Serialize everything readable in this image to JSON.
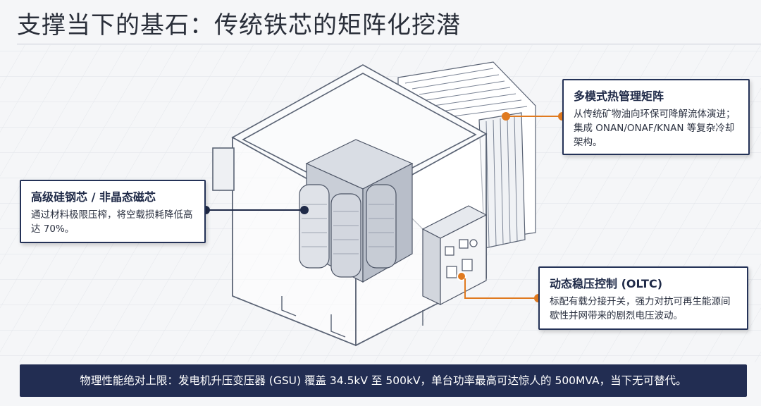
{
  "title": "支撑当下的基石：传统铁芯的矩阵化挖潜",
  "callouts": {
    "core": {
      "heading": "高级硅钢芯 / 非晶态磁芯",
      "body": "通过材料极限压榨，将空载损耗降低高达 70%。"
    },
    "thermal": {
      "heading": "多模式热管理矩阵",
      "body": "从传统矿物油向环保可降解流体演进；集成 ONAN/ONAF/KNAN 等复杂冷却架构。"
    },
    "oltc": {
      "heading": "动态稳压控制 (OLTC)",
      "body": "标配有载分接开关，强力对抗可再生能源间歇性并网带来的剧烈电压波动。"
    }
  },
  "banner": "物理性能绝对上限：发电机升压变压器 (GSU) 覆盖 34.5kV 至 500kV，单台功率最高可达惊人的 500MVA，当下无可替代。",
  "colors": {
    "navy": "#222d52",
    "accent_orange": "#e07a1f",
    "line_art": "#5b6475",
    "background": "#f5f6f8"
  }
}
